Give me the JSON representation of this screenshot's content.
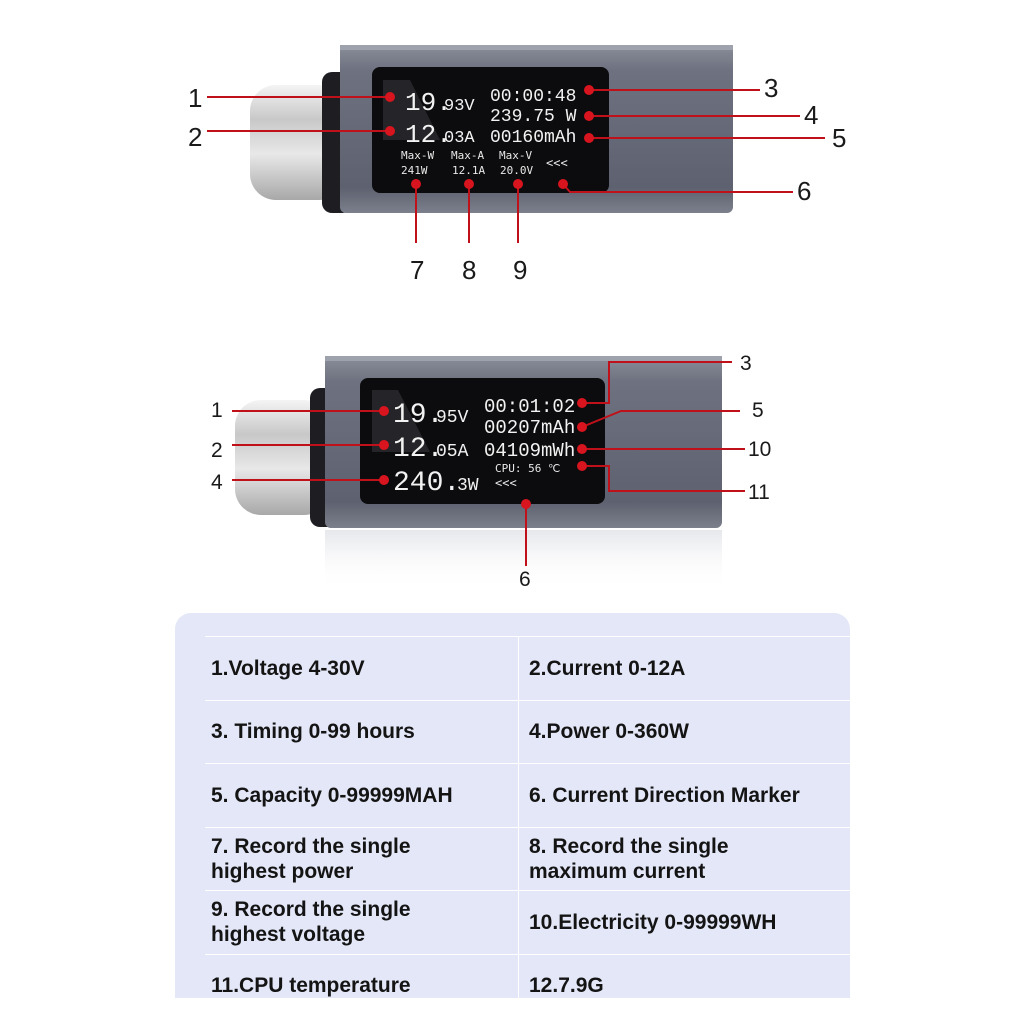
{
  "device_top": {
    "screen": {
      "voltage_big": "19.",
      "voltage_small": "93V",
      "current_big": "12.",
      "current_small": "03A",
      "timer": "00:00:48",
      "power": "239.75 W",
      "capacity": "00160mAh",
      "max_labels": [
        "Max-W",
        "Max-A",
        "Max-V"
      ],
      "max_values": [
        "241W",
        "12.1A",
        "20.0V"
      ],
      "direction": "<<<"
    },
    "callouts": [
      "1",
      "2",
      "3",
      "4",
      "5",
      "6",
      "7",
      "8",
      "9"
    ]
  },
  "device_bottom": {
    "screen": {
      "voltage_big": "19.",
      "voltage_small": "95V",
      "current_big": "12.",
      "current_small": "05A",
      "power_big": "240.",
      "power_small": "3W",
      "timer": "00:01:02",
      "capacity": "00207mAh",
      "energy": "04109mWh",
      "cpu": "CPU: 56 ℃",
      "direction": "<<<"
    },
    "callouts": [
      "1",
      "2",
      "4",
      "3",
      "5",
      "10",
      "11",
      "6"
    ]
  },
  "spec_table": {
    "rows": [
      [
        "1.Voltage 4-30V",
        "2.Current 0-12A"
      ],
      [
        "3. Timing 0-99 hours",
        "4.Power 0-360W"
      ],
      [
        "5. Capacity 0-99999MAH",
        "6. Current Direction Marker"
      ],
      [
        "7. Record the single\n    highest power",
        "8. Record the single\n    maximum current"
      ],
      [
        "9. Record the single\n    highest voltage",
        "10.Electricity 0-99999WH"
      ],
      [
        "11.CPU temperature",
        " 12.7.9G"
      ]
    ]
  },
  "colors": {
    "callout_line": "#c0101a",
    "callout_dot": "#d8141e",
    "housing": "#6b7080",
    "screen_bg": "#0c0c0e",
    "panel_bg": "#e3e7f7"
  }
}
